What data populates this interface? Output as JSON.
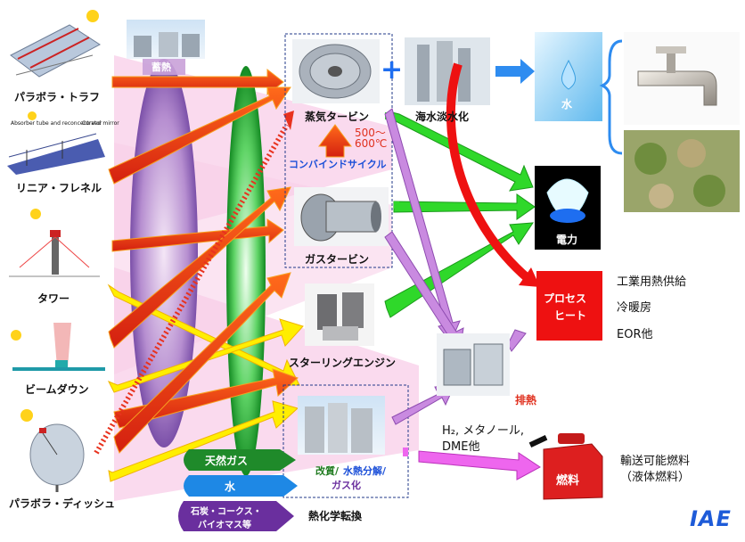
{
  "sources": {
    "parabolic_trough": "パラボラ・トラフ",
    "linear_fresnel": "リニア・フレネル",
    "fresnel_annot_1": "Absorber tube and reconcentrator",
    "fresnel_annot_2": "Curved mirror",
    "tower": "タワー",
    "beam_down": "ビームダウン",
    "parabolic_dish": "パラボラ・ディッシュ"
  },
  "storage_label": "蓄熱",
  "converters": {
    "steam_turbine": "蒸気タービン",
    "temp_range": [
      "500～",
      "600℃"
    ],
    "combined_cycle": "コンバインドサイクル",
    "gas_turbine": "ガスタービン",
    "stirling": "スターリングエンジン",
    "thermochem_process": [
      "改質/",
      "水熱分解/",
      "ガス化"
    ],
    "thermochem_label": "熱化学転換"
  },
  "feedstocks": {
    "natural_gas": "天然ガス",
    "water": "水",
    "coal_biomass": [
      "石炭・コークス・",
      "バイオマス等"
    ]
  },
  "outputs": {
    "desalination": "海水淡水化",
    "plus": "+",
    "water": "水",
    "electricity": "電力",
    "process_heat": [
      "プロセス",
      "ヒート"
    ],
    "industrial_heat": "工業用熱供給",
    "hvac": "冷暖房",
    "eor": "EOR他",
    "waste_heat": "排熱",
    "products": [
      "H₂, メタノール,",
      "DME他"
    ],
    "fuel": "燃料",
    "transportable_fuel": [
      "輸送可能燃料",
      "（液体燃料）"
    ]
  },
  "logo": "IAE",
  "colors": {
    "arrow_red": "#e8321e",
    "arrow_yellow": "#ffee00",
    "arrow_green": "#2fd82a",
    "arrow_purple": "#c98ae0",
    "arrow_magenta": "#ee66ee",
    "arrow_blue": "#2e8cf0",
    "process_heat_box": "#ee1111",
    "natural_gas_pill": "#1f8a2a",
    "water_pill": "#1e88e5",
    "coal_pill": "#6a2f9e"
  }
}
